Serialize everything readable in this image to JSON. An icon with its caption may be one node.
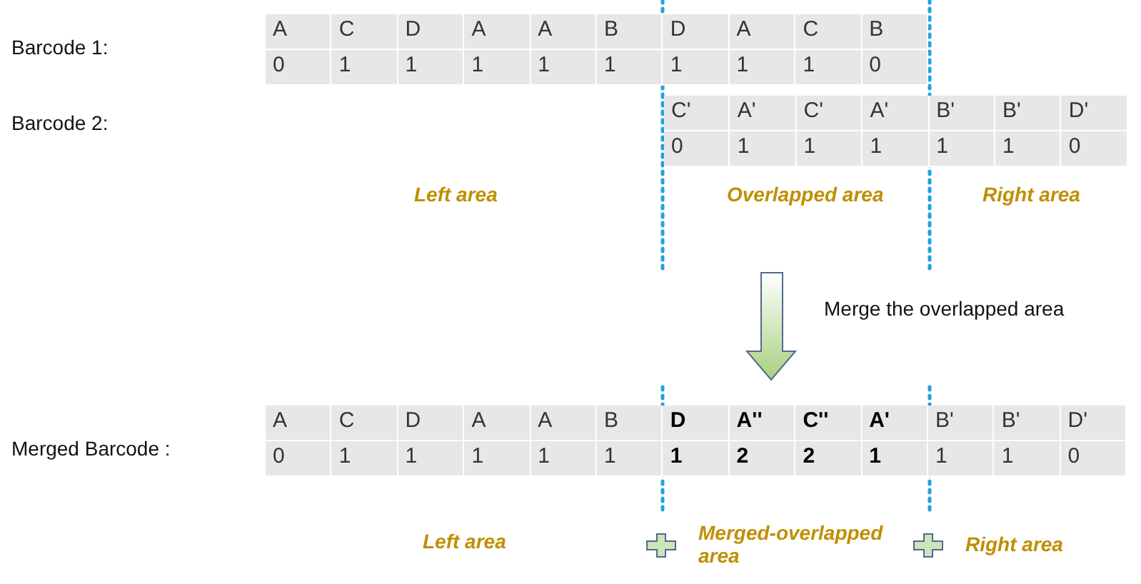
{
  "diagram": {
    "labels": [
      "Barcode 1:",
      "A",
      "C",
      "D",
      "A",
      "A",
      "B",
      "D",
      "A",
      "C",
      "B",
      "0",
      "1",
      "1",
      "1",
      "1",
      "1",
      "1",
      "1",
      "1",
      "0",
      "Barcode 2:",
      "C'",
      "A'",
      "C'",
      "A'",
      "B'",
      "B'",
      "D'",
      "0",
      "1",
      "1",
      "1",
      "1",
      "1",
      "0",
      "Left area",
      "Overlapped area",
      "Right area",
      "Merge the overlapped area",
      "Merged Barcode :",
      "A",
      "C",
      "D",
      "A",
      "A",
      "B",
      "D",
      "A''",
      "C''",
      "A'",
      "B'",
      "B'",
      "D'",
      "0",
      "1",
      "1",
      "1",
      "1",
      "1",
      "1",
      "2",
      "2",
      "1",
      "1",
      "1",
      "0",
      "Left area",
      "Merged-overlapped area",
      "Right area"
    ]
  }
}
